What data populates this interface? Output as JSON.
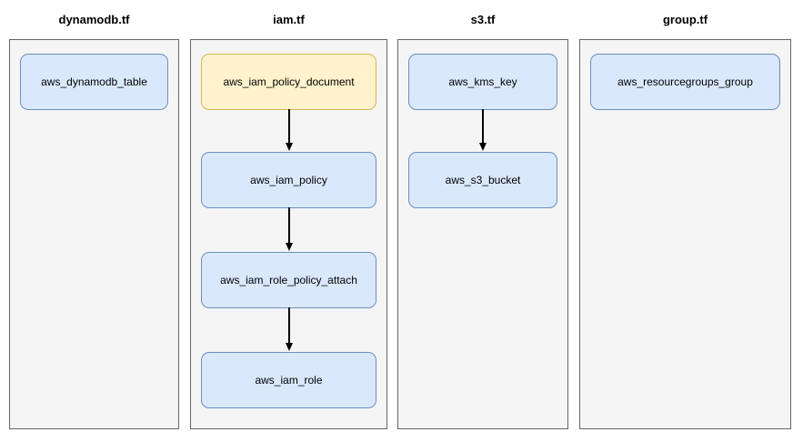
{
  "diagram": {
    "type": "terraform-dependency-graph",
    "columns": [
      {
        "title": "dynamodb.tf",
        "nodes": [
          {
            "label": "aws_dynamodb_table",
            "fill": "#dae8fc",
            "border": "#6c8ebf"
          }
        ]
      },
      {
        "title": "iam.tf",
        "nodes": [
          {
            "label": "aws_iam_policy_document",
            "fill": "#fff2cc",
            "border": "#d6b656"
          },
          {
            "label": "aws_iam_policy",
            "fill": "#dae8fc",
            "border": "#6c8ebf"
          },
          {
            "label": "aws_iam_role_policy_attach",
            "fill": "#dae8fc",
            "border": "#6c8ebf"
          },
          {
            "label": "aws_iam_role",
            "fill": "#dae8fc",
            "border": "#6c8ebf"
          }
        ]
      },
      {
        "title": "s3.tf",
        "nodes": [
          {
            "label": "aws_kms_key",
            "fill": "#dae8fc",
            "border": "#6c8ebf"
          },
          {
            "label": "aws_s3_bucket",
            "fill": "#dae8fc",
            "border": "#6c8ebf"
          }
        ]
      },
      {
        "title": "group.tf",
        "nodes": [
          {
            "label": "aws_resourcegroups_group",
            "fill": "#dae8fc",
            "border": "#6c8ebf"
          }
        ]
      }
    ],
    "edges": [
      {
        "from": "aws_iam_policy_document",
        "to": "aws_iam_policy"
      },
      {
        "from": "aws_iam_policy",
        "to": "aws_iam_role_policy_attach"
      },
      {
        "from": "aws_iam_role_policy_attach",
        "to": "aws_iam_role"
      },
      {
        "from": "aws_kms_key",
        "to": "aws_s3_bucket"
      }
    ],
    "colors": {
      "canvas_bg": "#ffffff",
      "container_fill": "#f5f5f5",
      "container_border": "#666666",
      "node_fill_blue": "#dae8fc",
      "node_border_blue": "#6c8ebf",
      "node_fill_yellow": "#fff2cc",
      "node_border_yellow": "#d6b656",
      "edge_color": "#000000"
    }
  }
}
